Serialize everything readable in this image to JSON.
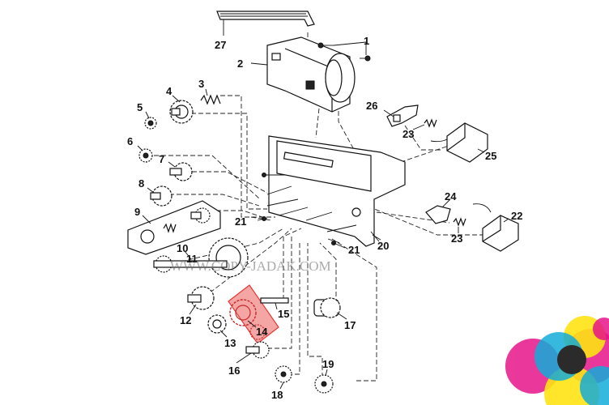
{
  "labels": {
    "p1": "1",
    "p2": "2",
    "p3": "3",
    "p4": "4",
    "p5": "5",
    "p6": "6",
    "p7": "7",
    "p8": "8",
    "p9": "9",
    "p10": "10",
    "p11": "11",
    "p12": "12",
    "p13": "13",
    "p14": "14",
    "p15": "15",
    "p16": "16",
    "p17": "17",
    "p18": "18",
    "p19": "19",
    "p20": "20",
    "p21a": "21",
    "p21b": "21",
    "p22": "22",
    "p23a": "23",
    "p23b": "23",
    "p24": "24",
    "p25": "25",
    "p26": "26",
    "p27": "27"
  },
  "watermark": "WWW.COPY-JADAK.COM",
  "colors": {
    "line": "#111111",
    "highlight": "#e53935",
    "logo_cyan": "#00a6d6",
    "logo_magenta": "#e4007f",
    "logo_yellow": "#ffe100",
    "logo_black": "#1a1a1a"
  }
}
